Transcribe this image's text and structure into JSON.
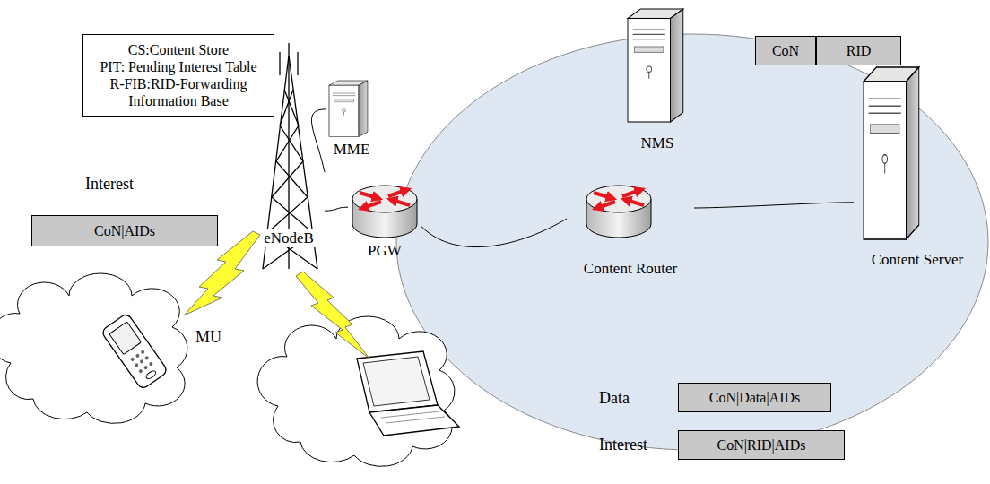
{
  "diagram": {
    "nodes": [
      {
        "text": [
          "CS:Content Store",
          "PIT: Pending Interest Table",
          "R-FIB:RID-Forwarding Information Base"
        ]
      },
      {
        "text": [
          "MME"
        ]
      },
      {
        "text": [
          "eNodeB"
        ]
      },
      {
        "text": [
          "PGW"
        ]
      },
      {
        "text": [
          "NMS"
        ]
      },
      {
        "text": [
          "Content Router"
        ]
      },
      {
        "text": [
          "Content Server"
        ]
      },
      {
        "text": [
          "CoN|AIDs"
        ]
      },
      {
        "text": [
          "CoN"
        ]
      },
      {
        "text": [
          "RID"
        ]
      },
      {
        "text": [
          "CoN|Data|AIDs"
        ]
      },
      {
        "text": [
          "CoN|RID|AIDs"
        ]
      }
    ],
    "edges": [
      {
        "from": 2,
        "to": 1,
        "arrow": "none"
      },
      {
        "from": 2,
        "to": 3,
        "arrow": "none"
      },
      {
        "from": 3,
        "to": 5,
        "arrow": "none"
      },
      {
        "from": 5,
        "to": 6,
        "arrow": "none"
      }
    ],
    "labels": [
      "Interest",
      "MU",
      "Data",
      "Interest"
    ]
  }
}
